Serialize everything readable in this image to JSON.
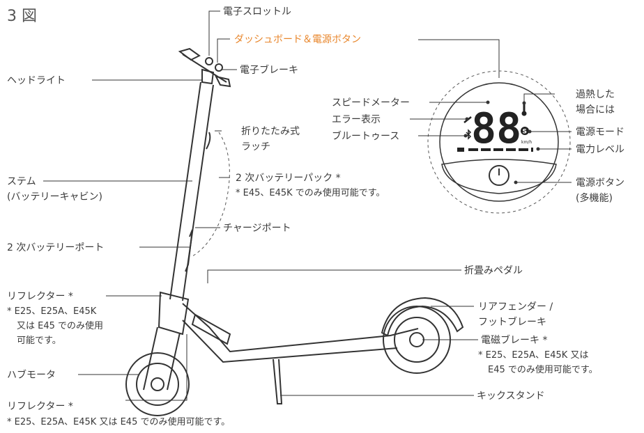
{
  "figure_title": "3 図",
  "labels": {
    "throttle": "電子スロットル",
    "dashboard": "ダッシュボード＆電源ボタン",
    "brake": "電子ブレーキ",
    "headlight": "ヘッドライト",
    "folding_latch_1": "折りたたみ式",
    "folding_latch_2": "ラッチ",
    "stem_1": "ステム",
    "stem_2": "(バッテリーキャビン)",
    "second_battery_pack": "2 次バッテリーパック *",
    "second_battery_note": "* E45、E45K でのみ使用可能です。",
    "charge_port": "チャージポート",
    "second_battery_port": "2 次バッテリーポート",
    "folding_pedal": "折畳みペダル",
    "reflector_top": "リフレクター *",
    "reflector_top_note_1": "* E25、E25A、E45K",
    "reflector_top_note_2": "又は E45 でのみ使用",
    "reflector_top_note_3": "可能です。",
    "rear_fender_1": "リアフェンダー /",
    "rear_fender_2": "フットブレーキ",
    "em_brake": "電磁ブレーキ *",
    "em_brake_note_1": "* E25、E25A、E45K 又は",
    "em_brake_note_2": "E45 でのみ使用可能です。",
    "hub_motor": "ハブモータ",
    "kickstand": "キックスタンド",
    "reflector_bottom": "リフレクター *",
    "reflector_bottom_note": "* E25、E25A、E45K 又は E45 でのみ使用可能です。"
  },
  "dashboard_labels": {
    "speed_meter": "スピードメーター",
    "error_display": "エラー表示",
    "bluetooth": "ブルートゥース",
    "overheat_1": "過熱した",
    "overheat_2": "場合には",
    "power_mode": "電源モード",
    "power_level": "電力レベル",
    "power_button_1": "電源ボタン",
    "power_button_2": "(多機能)"
  },
  "display": {
    "speed_digits": "88",
    "speed_unit": "km/h",
    "mode_badge": "S"
  },
  "colors": {
    "accent": "#e8862b",
    "ink": "#333333"
  }
}
